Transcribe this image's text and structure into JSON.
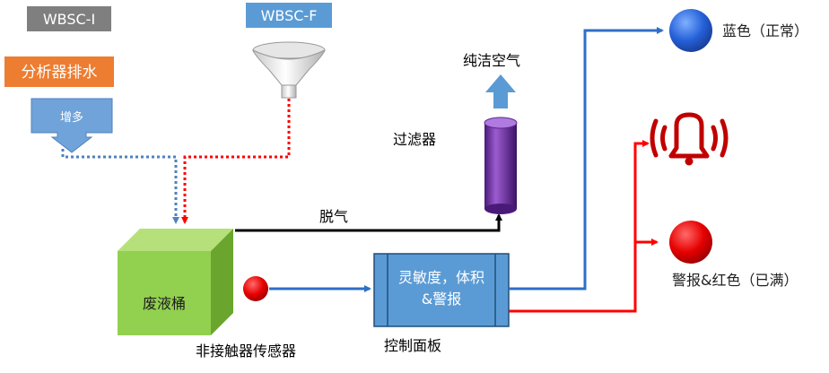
{
  "labels": {
    "wbsc_i": "WBSC-I",
    "wbsc_f": "WBSC-F",
    "analyzer_drain": "分析器排水",
    "increase": "增多",
    "filter": "过滤器",
    "clean_air": "纯洁空气",
    "degas": "脱气",
    "waste_bucket": "废液桶",
    "sensor": "非接触器传感器",
    "panel_line1": "灵敏度，体积",
    "panel_line2": "&警报",
    "control_panel": "控制面板",
    "blue_status": "蓝色（正常）",
    "red_status": "警报&红色（已满）"
  },
  "colors": {
    "gray_box": "#7f7f7f",
    "blue_box": "#5b9bd5",
    "orange_box": "#ed7d31",
    "green_cube": "#92d050",
    "purple_filter": "#7030a0",
    "blue_line": "#2f6fc6",
    "red_line": "#ff0000",
    "alarm_red": "#c00000"
  },
  "icons": [
    "funnel-icon",
    "bell-icon",
    "wave-icon"
  ]
}
